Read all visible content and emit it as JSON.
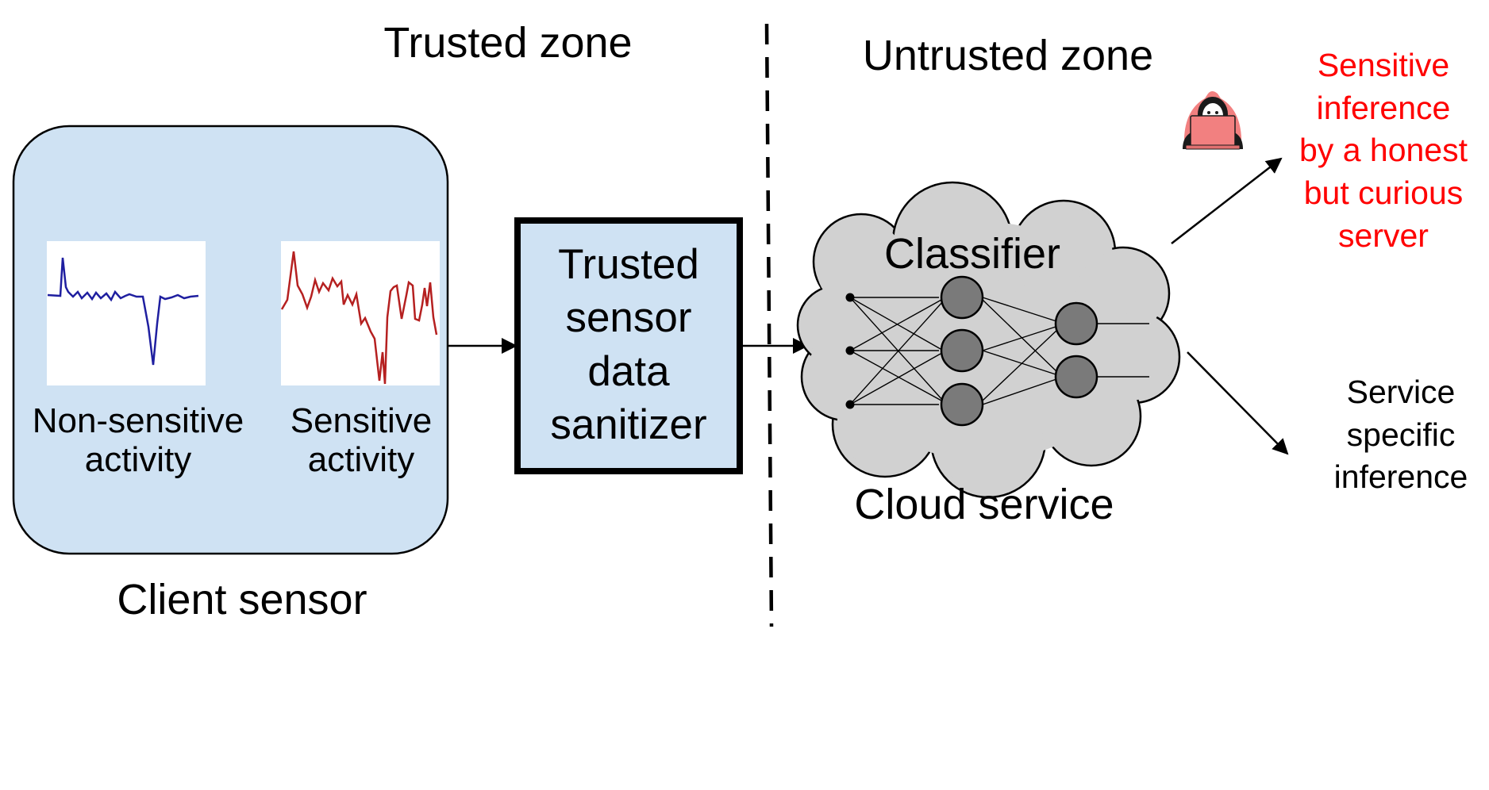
{
  "zones": {
    "trusted": "Trusted zone",
    "untrusted": "Untrusted zone"
  },
  "client_sensor": {
    "caption": "Client sensor",
    "non_sensitive_label": "Non-sensitive\nactivity",
    "sensitive_label": "Sensitive\nactivity"
  },
  "sanitizer": {
    "label": "Trusted\nsensor\ndata\nsanitizer"
  },
  "cloud": {
    "classifier_label": "Classifier",
    "caption": "Cloud service"
  },
  "outputs": {
    "sensitive_inference": "Sensitive\ninference\nby a honest\nbut curious\nserver",
    "service_inference": "Service\nspecific\ninference"
  },
  "colors": {
    "sensor_box_fill": "#cfe2f3",
    "cloud_fill": "#d1d1d1",
    "neuron_fill": "#7a7a7a",
    "non_sensitive_signal": "#1f1fa0",
    "sensitive_signal": "#b52020",
    "sensitive_text": "#ff0000",
    "attacker": "#f28080"
  },
  "icons": {
    "attacker": "hooded-hacker-icon"
  }
}
